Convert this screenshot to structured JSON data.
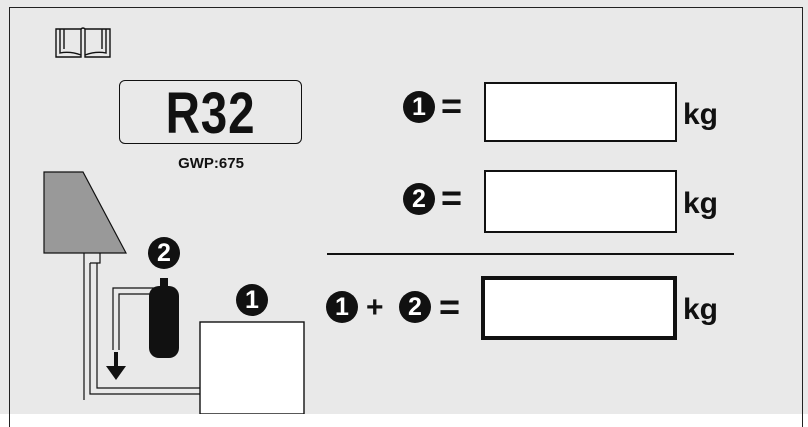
{
  "label": {
    "refrigerant": "R32",
    "gwp": "GWP:675"
  },
  "markers": {
    "one": "1",
    "two": "2"
  },
  "operators": {
    "equals": "=",
    "plus": "+"
  },
  "fields": {
    "factory_charge": {
      "value": "",
      "unit": "kg"
    },
    "additional_charge": {
      "value": "",
      "unit": "kg"
    },
    "total_charge": {
      "value": "",
      "unit": "kg"
    }
  },
  "icons": [
    "manual-book-icon",
    "indoor-unit-icon",
    "refrigerant-cylinder-icon",
    "outdoor-unit-icon",
    "down-arrow-icon"
  ],
  "colors": {
    "ink": "#111111",
    "unit_gray": "#999999",
    "background": "#ffffff"
  }
}
